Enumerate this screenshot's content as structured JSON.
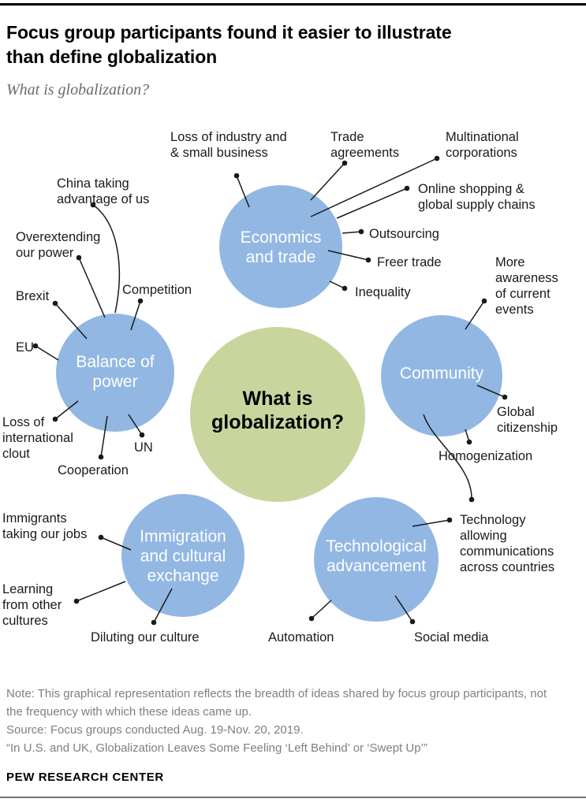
{
  "header": {
    "title": "Focus group participants found it easier to illustrate\nthan define globalization",
    "subtitle": "What is globalization?"
  },
  "center_bubble": {
    "label": "What is\nglobalization?"
  },
  "bubbles": [
    {
      "name": "economics-and-trade",
      "label": "Economics\nand trade"
    },
    {
      "name": "balance-of-power",
      "label": "Balance of\npower"
    },
    {
      "name": "community",
      "label": "Community"
    },
    {
      "name": "immigration-and-cultural-exchange",
      "label": "Immigration\nand cultural\nexchange"
    },
    {
      "name": "technological-advancement",
      "label": "Technological\nadvancement"
    }
  ],
  "concepts": [
    {
      "bubble": "economics-and-trade",
      "text": "Loss of industry and\n& small business"
    },
    {
      "bubble": "economics-and-trade",
      "text": "Trade\nagreements"
    },
    {
      "bubble": "economics-and-trade",
      "text": "Multinational\ncorporations"
    },
    {
      "bubble": "economics-and-trade",
      "text": "Online shopping &\nglobal supply chains"
    },
    {
      "bubble": "economics-and-trade",
      "text": "Outsourcing"
    },
    {
      "bubble": "economics-and-trade",
      "text": "Freer trade"
    },
    {
      "bubble": "economics-and-trade",
      "text": "Inequality"
    },
    {
      "bubble": "balance-of-power",
      "text": "China taking\nadvantage of us"
    },
    {
      "bubble": "balance-of-power",
      "text": "Overextending\nour power"
    },
    {
      "bubble": "balance-of-power",
      "text": "Brexit"
    },
    {
      "bubble": "balance-of-power",
      "text": "Competition"
    },
    {
      "bubble": "balance-of-power",
      "text": "EU"
    },
    {
      "bubble": "balance-of-power",
      "text": "Loss of\ninternational\nclout"
    },
    {
      "bubble": "balance-of-power",
      "text": "Cooperation"
    },
    {
      "bubble": "balance-of-power",
      "text": "UN"
    },
    {
      "bubble": "community",
      "text": "More\nawareness\nof current\nevents"
    },
    {
      "bubble": "community",
      "text": "Global\ncitizenship"
    },
    {
      "bubble": "community",
      "text": "Homogenization"
    },
    {
      "bubble": "technological-advancement",
      "text": "Technology\nallowing\ncommunications\nacross countries"
    },
    {
      "bubble": "technological-advancement",
      "text": "Automation"
    },
    {
      "bubble": "technological-advancement",
      "text": "Social media"
    },
    {
      "bubble": "immigration-and-cultural-exchange",
      "text": "Immigrants\ntaking our jobs"
    },
    {
      "bubble": "immigration-and-cultural-exchange",
      "text": "Learning\nfrom other\ncultures"
    },
    {
      "bubble": "immigration-and-cultural-exchange",
      "text": "Diluting our culture"
    }
  ],
  "footer": {
    "note": "Note: This graphical representation reflects the breadth of ideas shared by focus group participants, not the frequency with which these ideas came up.",
    "source": "Source: Focus groups conducted Aug. 19-Nov. 20, 2019.",
    "report_title": "“In U.S. and UK, Globalization Leaves Some Feeling ‘Left Behind’ or ‘Swept Up’”",
    "brand": "PEW RESEARCH CENTER"
  },
  "colors": {
    "bubble_blue": "#92b7e3",
    "center_green": "#c8d69e",
    "line": "#1a1a1a"
  }
}
